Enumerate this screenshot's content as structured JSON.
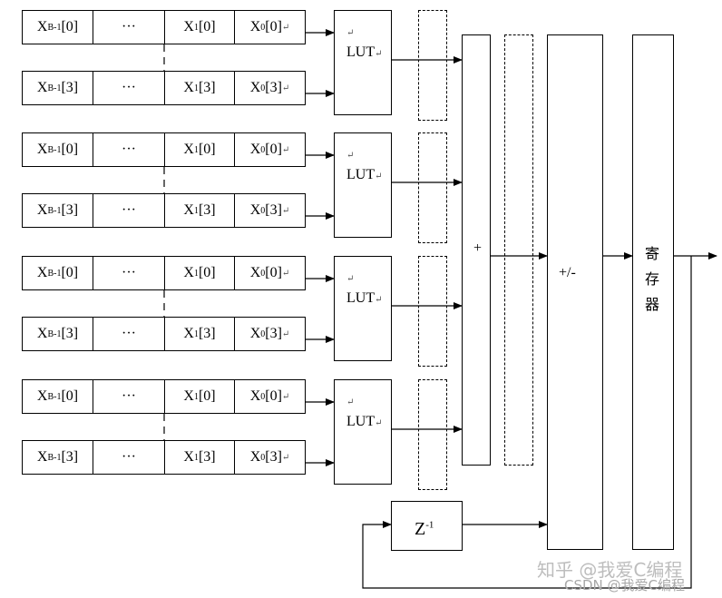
{
  "register_row_top": [
    "X",
    "B-1",
    "[0]",
    "···",
    "X",
    "1",
    "[0]",
    "X",
    "0",
    "[0]"
  ],
  "register_row_bottom": [
    "X",
    "B-1",
    "[3]",
    "···",
    "X",
    "1",
    "[3]",
    "X",
    "0",
    "[3]"
  ],
  "para_mark": "↵",
  "lut_label": "LUT",
  "adder_label": "+",
  "addsub_label": "+/-",
  "register_label": [
    "寄",
    "存",
    "器"
  ],
  "delay_label": {
    "base": "Z",
    "sup": "-1"
  },
  "watermark": {
    "zhihu": "知乎 @我爱C编程",
    "csdn": "CSDN @我爱C编程"
  }
}
